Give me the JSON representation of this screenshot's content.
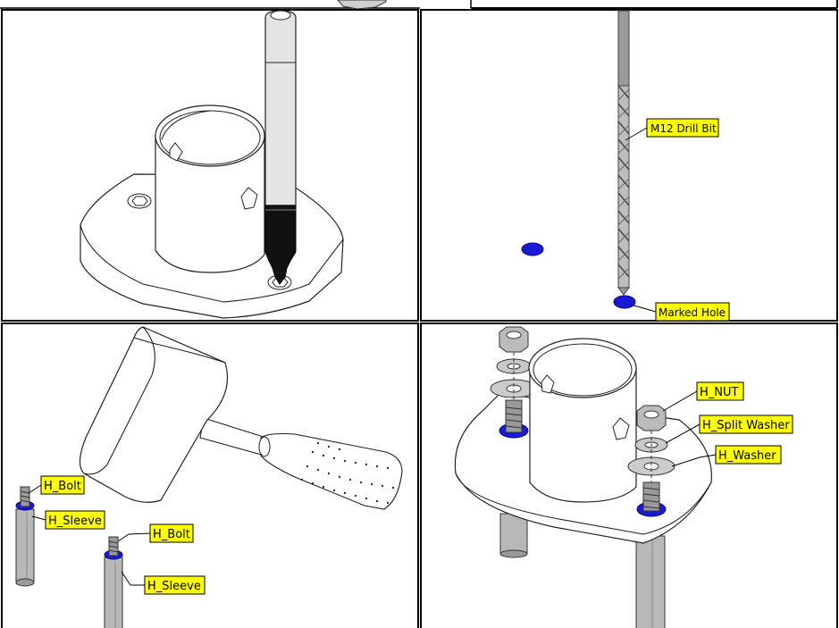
{
  "panels": {
    "drill": {
      "bit_label": "M12 Drill Bit",
      "hole_label": "Marked Hole"
    },
    "hammer": {
      "bolt_label_1": "H_Bolt",
      "sleeve_label_1": "H_Sleeve",
      "bolt_label_2": "H_Bolt",
      "sleeve_label_2": "H_Sleeve"
    },
    "assembly": {
      "nut_label": "H_NUT",
      "split_washer_label": "H_Split Washer",
      "washer_label": "H_Washer"
    }
  },
  "colors": {
    "label_bg": "#ffff00",
    "hole_marker": "#1a1ad6",
    "marker_pen": "#111111",
    "bit_gray": "#9a9a9a"
  }
}
